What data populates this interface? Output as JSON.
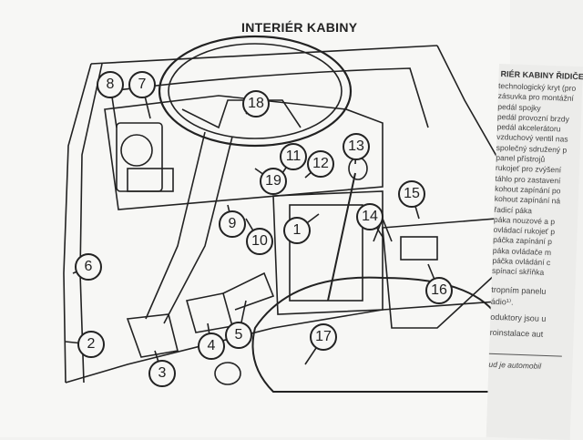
{
  "title": "INTERIÉR KABINY",
  "callouts": [
    "1",
    "2",
    "3",
    "4",
    "5",
    "6",
    "7",
    "8",
    "9",
    "10",
    "11",
    "12",
    "13",
    "14",
    "15",
    "16",
    "17",
    "18",
    "19"
  ],
  "legend": {
    "heading": "RIÉR KABINY ŘIDIČE",
    "items": [
      "technologický kryt (pro",
      "zásuvka pro montážní",
      "pedál spojky",
      "pedál provozní brzdy",
      "pedál akcelerátoru",
      "vzduchový ventil nas",
      "společný sdružený p",
      "panel přístrojů",
      "rukojeť pro zvýšení",
      "táhlo pro zastavení",
      "kohout zapínání po",
      "kohout zapínání ná",
      "řadicí páka",
      "páka nouzové a p",
      "ovládací rukojeť p",
      "páčka zapínání p",
      "páka ovládače m",
      "páčka ovládání c",
      "spínací skříňka"
    ],
    "paragraphs": [
      "tropním panelu",
      "ádio¹⁾.",
      "oduktory jsou u",
      "roinstalace aut"
    ],
    "footnote": "ud je automobil"
  }
}
